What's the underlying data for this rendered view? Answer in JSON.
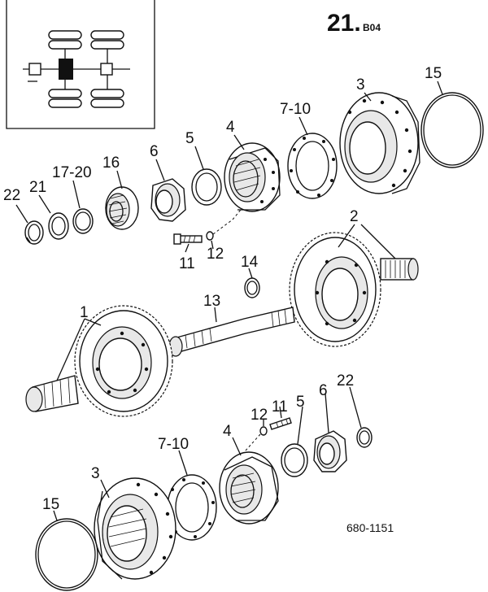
{
  "header": {
    "group_number": "21.",
    "group_suffix": "B04",
    "reference": "680-1151"
  },
  "callouts": {
    "c22_top": "22",
    "c21": "21",
    "c17_20": "17-20",
    "c16": "16",
    "c6_top": "6",
    "c5_top": "5",
    "c4_top": "4",
    "c7_10_top": "7-10",
    "c3_top": "3",
    "c15_top": "15",
    "c2": "2",
    "c11_top": "11",
    "c12_top": "12",
    "c14": "14",
    "c13": "13",
    "c1": "1",
    "c12_bot": "12",
    "c11_bot": "11",
    "c5_bot": "5",
    "c6_bot": "6",
    "c22_bot": "22",
    "c7_10_bot": "7-10",
    "c4_bot": "4",
    "c3_bot": "3",
    "c15_bot": "15"
  }
}
